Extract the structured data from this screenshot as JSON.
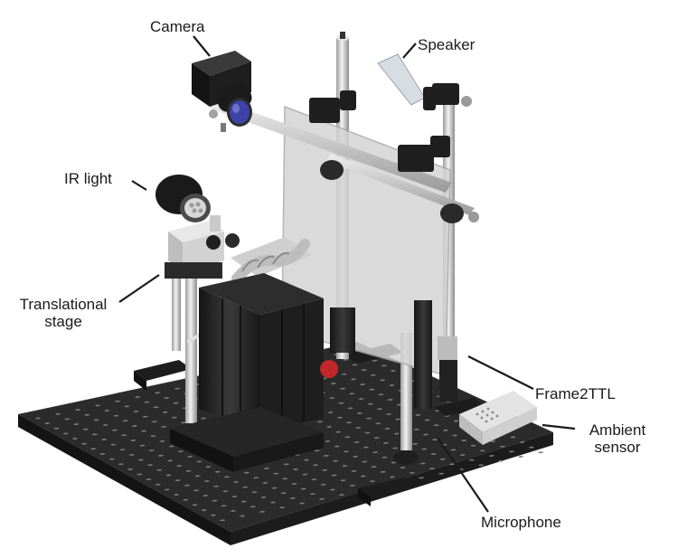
{
  "labels": {
    "camera": "Camera",
    "speaker": "Speaker",
    "ir_light": "IR light",
    "translational_stage": [
      "Translational",
      "stage"
    ],
    "frame2ttl": "Frame2TTL",
    "ambient_sensor": [
      "Ambient",
      "sensor"
    ],
    "microphone": "Microphone"
  },
  "colors": {
    "board": "#2a2a2a",
    "board_edge": "#1a1a1a",
    "hole": "#8a8a8a",
    "metal_rod": "#c9c9c9",
    "black_part": "#222222",
    "screen": "#d9d9d9",
    "lens": "#3b3f9e",
    "red_part": "#c0282a"
  }
}
